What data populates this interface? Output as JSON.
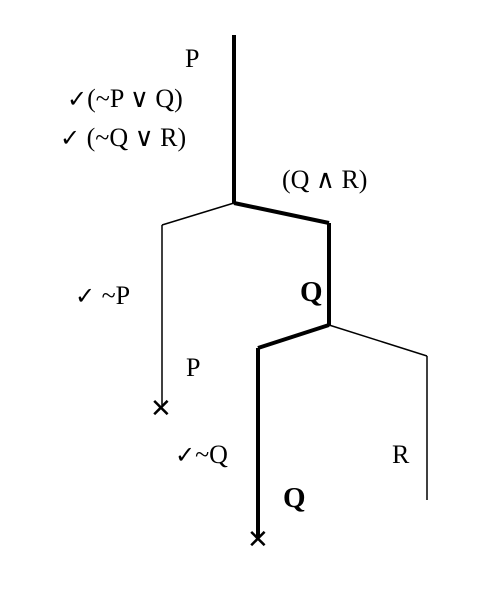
{
  "trunk": {
    "premise_1": "P",
    "premise_2": {
      "check": "✓",
      "formula": "(~P ∨ Q)"
    },
    "premise_3": {
      "check": "✓",
      "formula": "(~Q ∨ R)"
    },
    "premise_4": "(Q ∧ R)"
  },
  "left_branch": {
    "formula_1": {
      "check": "✓",
      "formula": "~P"
    },
    "formula_2": "P",
    "closed_mark": "✕"
  },
  "right_branch": {
    "formula_1": "Q",
    "sub_left": {
      "formula_1": {
        "check": "✓",
        "formula": "~Q"
      },
      "formula_2": "Q",
      "closed_mark": "✕"
    },
    "sub_right": {
      "formula_1": "R"
    }
  },
  "colors": {
    "ink": "#000000",
    "background": "#ffffff"
  }
}
